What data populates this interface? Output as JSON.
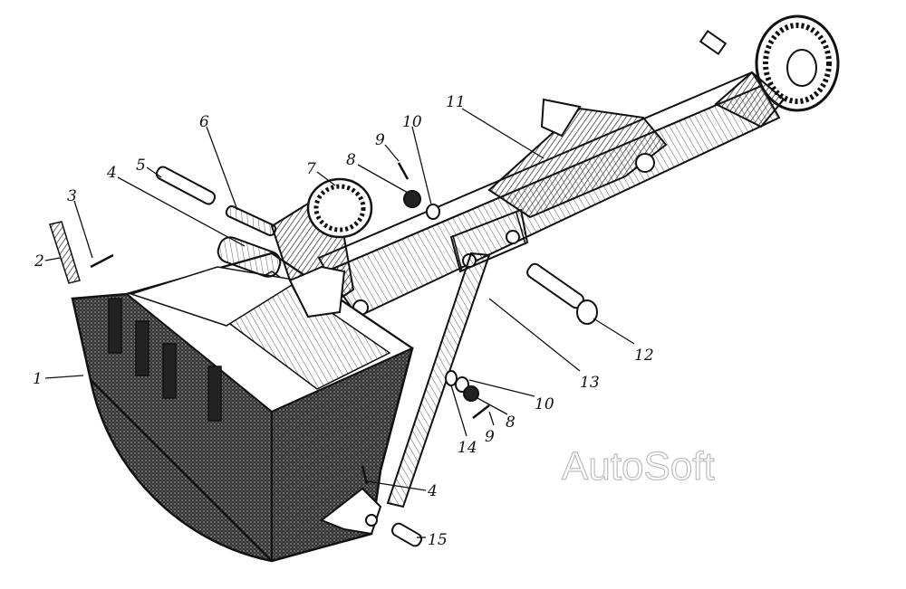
{
  "diagram": {
    "watermark": "AutoSoft",
    "callouts": [
      {
        "id": "c1",
        "label": "1"
      },
      {
        "id": "c2",
        "label": "2"
      },
      {
        "id": "c3",
        "label": "3"
      },
      {
        "id": "c4a",
        "label": "4"
      },
      {
        "id": "c5",
        "label": "5"
      },
      {
        "id": "c6",
        "label": "6"
      },
      {
        "id": "c7",
        "label": "7"
      },
      {
        "id": "c8a",
        "label": "8"
      },
      {
        "id": "c9a",
        "label": "9"
      },
      {
        "id": "c10a",
        "label": "10"
      },
      {
        "id": "c11",
        "label": "11"
      },
      {
        "id": "c12",
        "label": "12"
      },
      {
        "id": "c13",
        "label": "13"
      },
      {
        "id": "c10b",
        "label": "10"
      },
      {
        "id": "c8b",
        "label": "8"
      },
      {
        "id": "c9b",
        "label": "9"
      },
      {
        "id": "c14",
        "label": "14"
      },
      {
        "id": "c4b",
        "label": "4"
      },
      {
        "id": "c15",
        "label": "15"
      }
    ]
  }
}
